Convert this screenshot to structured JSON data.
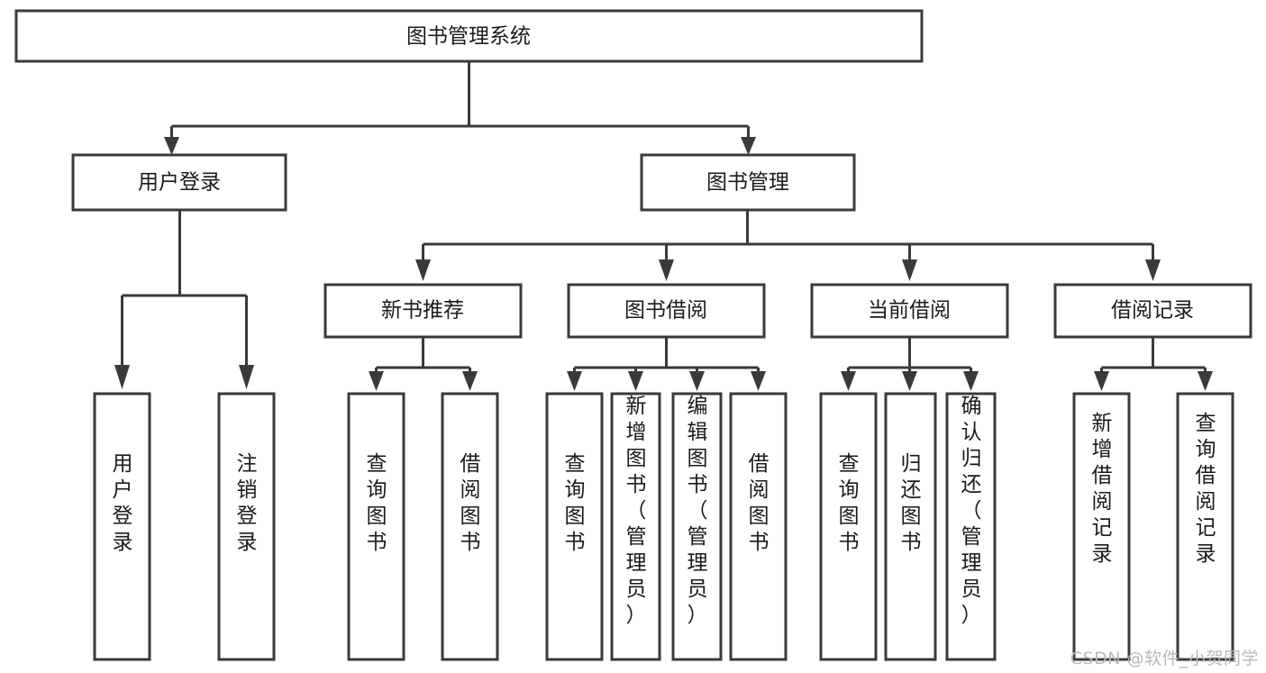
{
  "diagram": {
    "type": "tree",
    "title": "图书管理系统",
    "orientation": "top-down",
    "levels": 4,
    "colors": {
      "box_fill": "#ffffff",
      "box_stroke": "#3a3a3a",
      "text": "#1b1b1b",
      "connector": "#3a3a3a",
      "watermark": "#b9b9b9",
      "background": "#ffffff"
    },
    "root": {
      "label": "图书管理系统"
    },
    "level2": [
      {
        "label": "用户登录"
      },
      {
        "label": "图书管理"
      }
    ],
    "level3": [
      {
        "label": "新书推荐"
      },
      {
        "label": "图书借阅"
      },
      {
        "label": "当前借阅"
      },
      {
        "label": "借阅记录"
      }
    ],
    "leaves": {
      "user_login": [
        {
          "label": "用户登录"
        },
        {
          "label": "注销登录"
        }
      ],
      "new_book_recommend": [
        {
          "label": "查询图书"
        },
        {
          "label": "借阅图书"
        }
      ],
      "book_borrow": [
        {
          "label": "查询图书"
        },
        {
          "label": "新增图书（管理员）"
        },
        {
          "label": "编辑图书（管理员）"
        },
        {
          "label": "借阅图书"
        }
      ],
      "current_borrow": [
        {
          "label": "查询图书"
        },
        {
          "label": "归还图书"
        },
        {
          "label": "确认归还（管理员）"
        }
      ],
      "borrow_record": [
        {
          "label": "新增借阅记录"
        },
        {
          "label": "查询借阅记录"
        }
      ]
    }
  },
  "watermark": {
    "text": "CSDN @软件_小贺同学"
  }
}
